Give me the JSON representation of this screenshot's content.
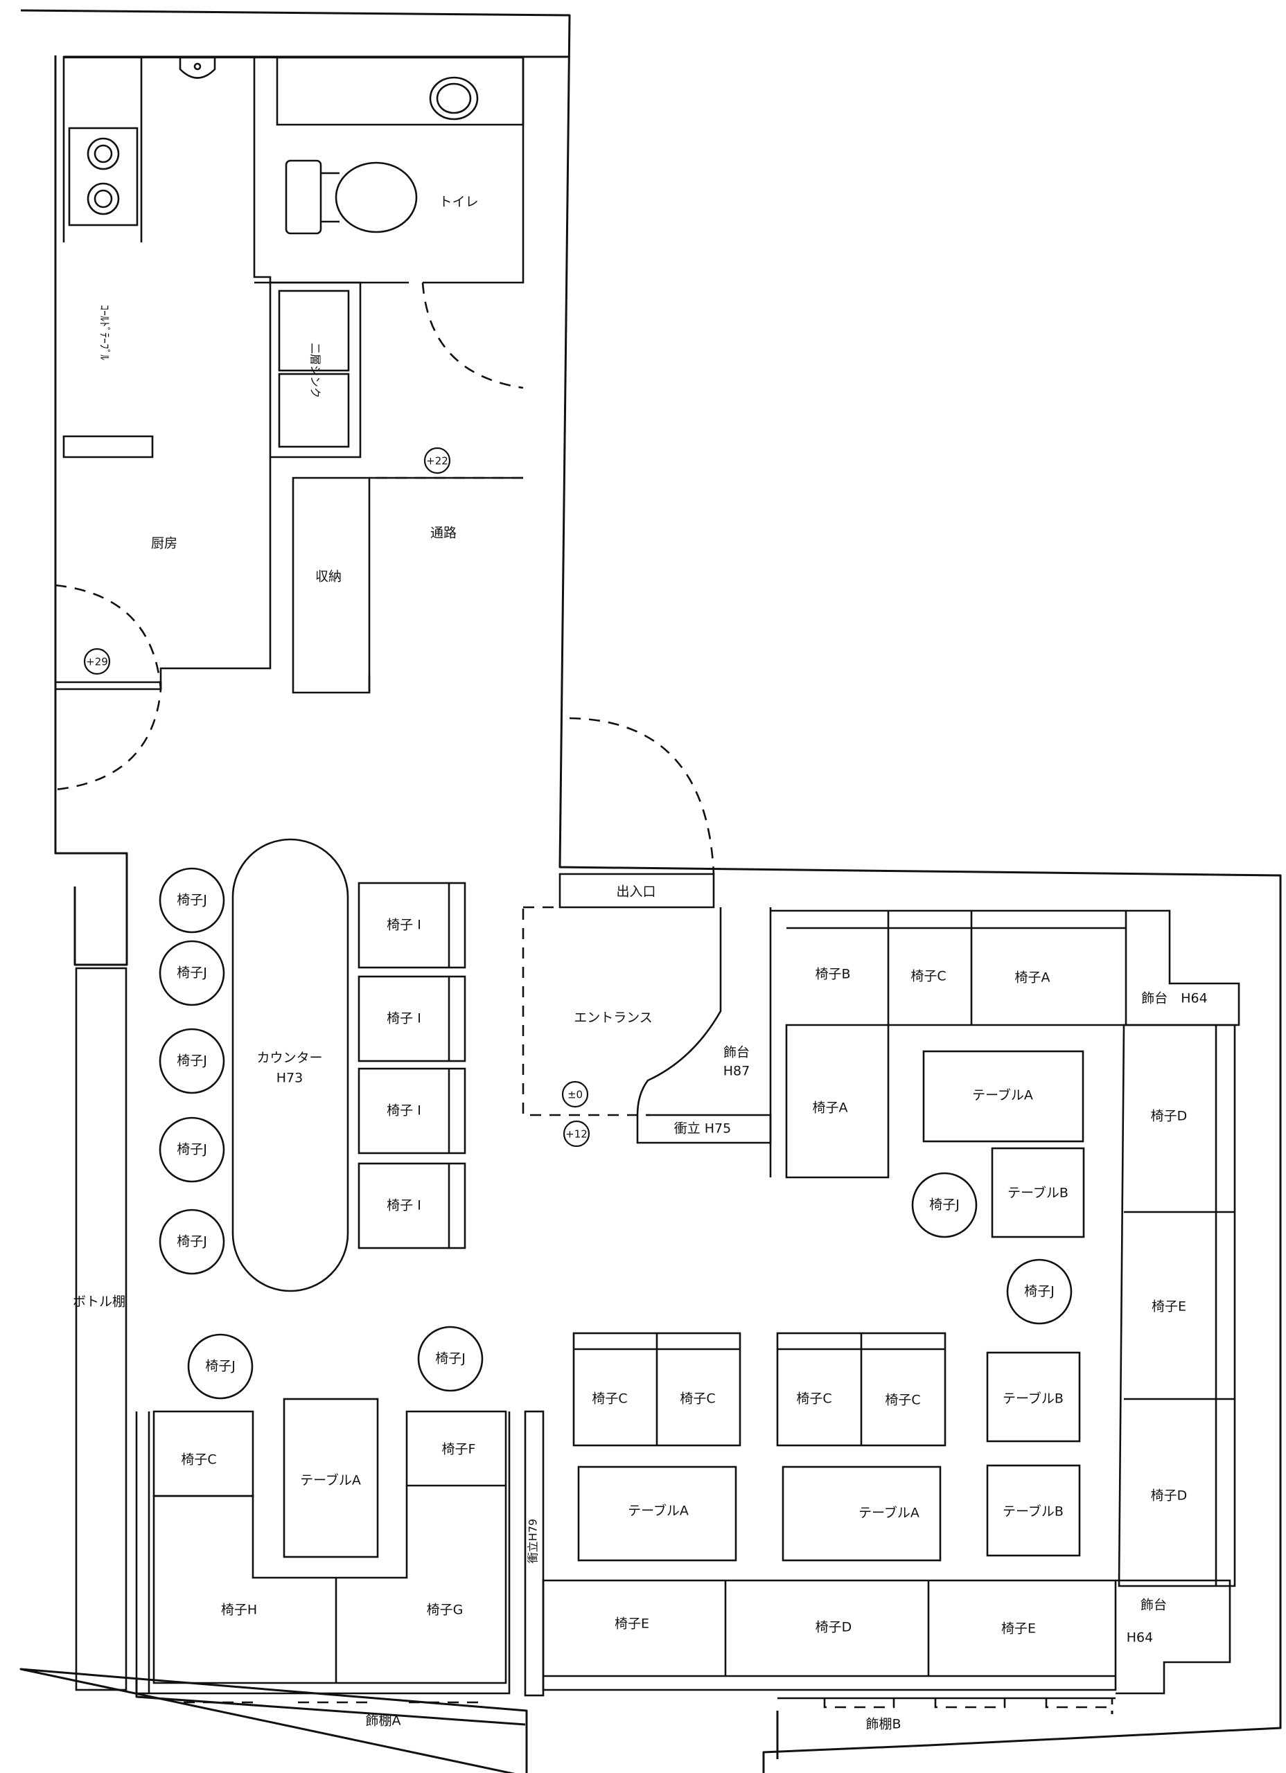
{
  "rooms": {
    "toilet": "トイレ",
    "kitchen": "厨房",
    "passage": "通路",
    "storage": "収納",
    "cold_table": "ｺｰﾙﾄﾞﾃｰﾌﾞﾙ",
    "double_sink": "二層シンク",
    "entrance_door": "出入口",
    "entrance": "エントランス",
    "bottle_shelf": "ボトル棚"
  },
  "fixtures": {
    "counter": "カウンター",
    "counter_height": "H73",
    "display_stand_entrance": "飾台",
    "display_stand_entrance_height": "H87",
    "partition_entrance": "衝立 H75",
    "partition_left": "衝立H79",
    "display_stand_top_right": "飾台　H64",
    "display_stand_bottom_right": "飾台",
    "display_stand_bottom_right_height": "H64",
    "display_shelf_a": "飾棚A",
    "display_shelf_b": "飾棚B"
  },
  "levels": {
    "kitchen": "+29",
    "passage": "+22",
    "entrance": "±0",
    "floor": "+12"
  },
  "furniture": {
    "chair_a": "椅子A",
    "chair_b": "椅子B",
    "chair_c": "椅子C",
    "chair_d": "椅子D",
    "chair_e": "椅子E",
    "chair_f": "椅子F",
    "chair_g": "椅子G",
    "chair_h": "椅子H",
    "chair_i": "椅子 I",
    "chair_j": "椅子J",
    "table_a": "テーブルA",
    "table_b": "テーブルB"
  }
}
